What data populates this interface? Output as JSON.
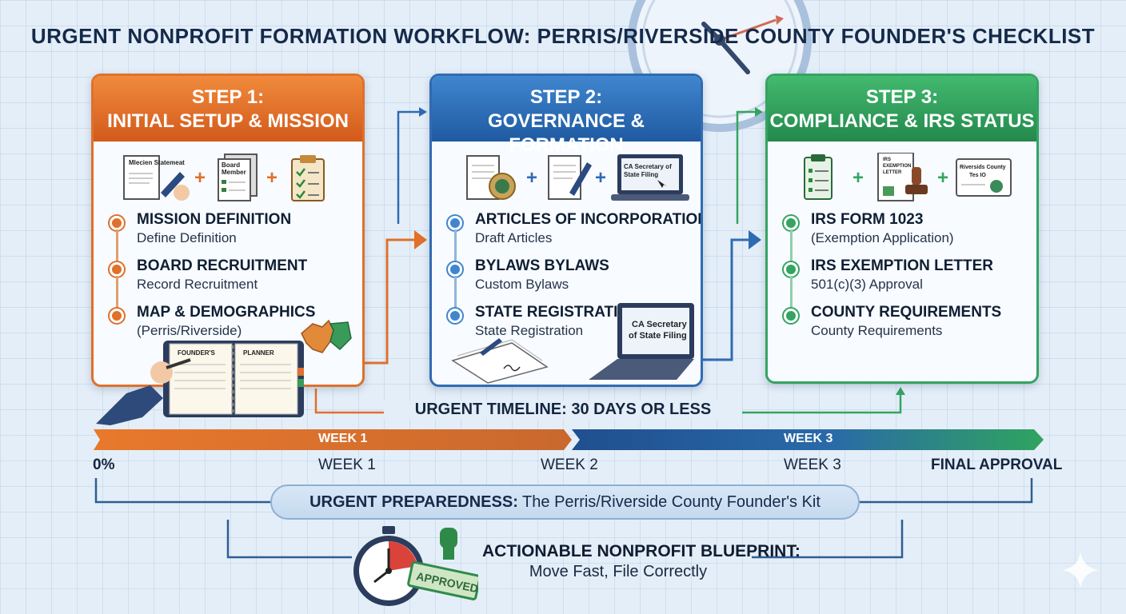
{
  "title": "URGENT NONPROFIT FORMATION WORKFLOW: PERRIS/RIVERSIDE COUNTY FOUNDER'S CHECKLIST",
  "steps": [
    {
      "heading": "STEP 1:",
      "name": "INITIAL SETUP & MISSION",
      "icon_labels": [
        "Mlecien Statemeat",
        "Board Member"
      ],
      "items": [
        {
          "title": "MISSION DEFINITION",
          "sub": "Define Definition"
        },
        {
          "title": "BOARD RECRUITMENT",
          "sub": "Record Recruitment"
        },
        {
          "title": "MAP & DEMOGRAPHICS",
          "sub": "(Perris/Riverside)"
        }
      ],
      "planner_label": "FOUNDER'S PLANNER",
      "color": "#e0702a"
    },
    {
      "heading": "STEP 2:",
      "name": "GOVERNANCE & FORMATION",
      "icon_labels": [
        "CA Secretary of State Filing"
      ],
      "items": [
        {
          "title": "ARTICLES OF INCORPORATION",
          "sub": "Draft Articles"
        },
        {
          "title": "BYLAWS BYLAWS",
          "sub": "Custom Bylaws"
        },
        {
          "title": "STATE REGISTRATION",
          "sub": "State Registration"
        }
      ],
      "laptop_label": "CA Secretary of State Filing",
      "color": "#2f6bb3"
    },
    {
      "heading": "STEP 3:",
      "name": "COMPLIANCE & IRS STATUS",
      "icon_labels": [
        "IRS EXEMPTION LETTER",
        "Riversids County Tes IO"
      ],
      "items": [
        {
          "title": "IRS FORM 1023",
          "sub": "(Exemption Application)"
        },
        {
          "title": "IRS EXEMPTION LETTER",
          "sub": "501(c)(3) Approval"
        },
        {
          "title": "COUNTY REQUIREMENTS",
          "sub": "County Requirements"
        }
      ],
      "color": "#34a461"
    }
  ],
  "timeline": {
    "label": "URGENT TIMELINE: 30 DAYS OR LESS",
    "bar_labels": [
      "WEEK 1",
      "WEEK 3"
    ],
    "ticks": [
      "0%",
      "WEEK 1",
      "WEEK 2",
      "WEEK 3",
      "FINAL APPROVAL"
    ]
  },
  "preparedness": {
    "bold": "URGENT PREPAREDNESS:",
    "rest": " The Perris/Riverside County Founder's Kit"
  },
  "blueprint": {
    "title": "ACTIONABLE NONPROFIT BLUEPRINT:",
    "subtitle": "Move Fast, File Correctly",
    "stamp_text": "APPROVED"
  },
  "colors": {
    "orange": "#e0702a",
    "blue": "#2f6bb3",
    "green": "#34a461",
    "navy": "#152a4a"
  }
}
